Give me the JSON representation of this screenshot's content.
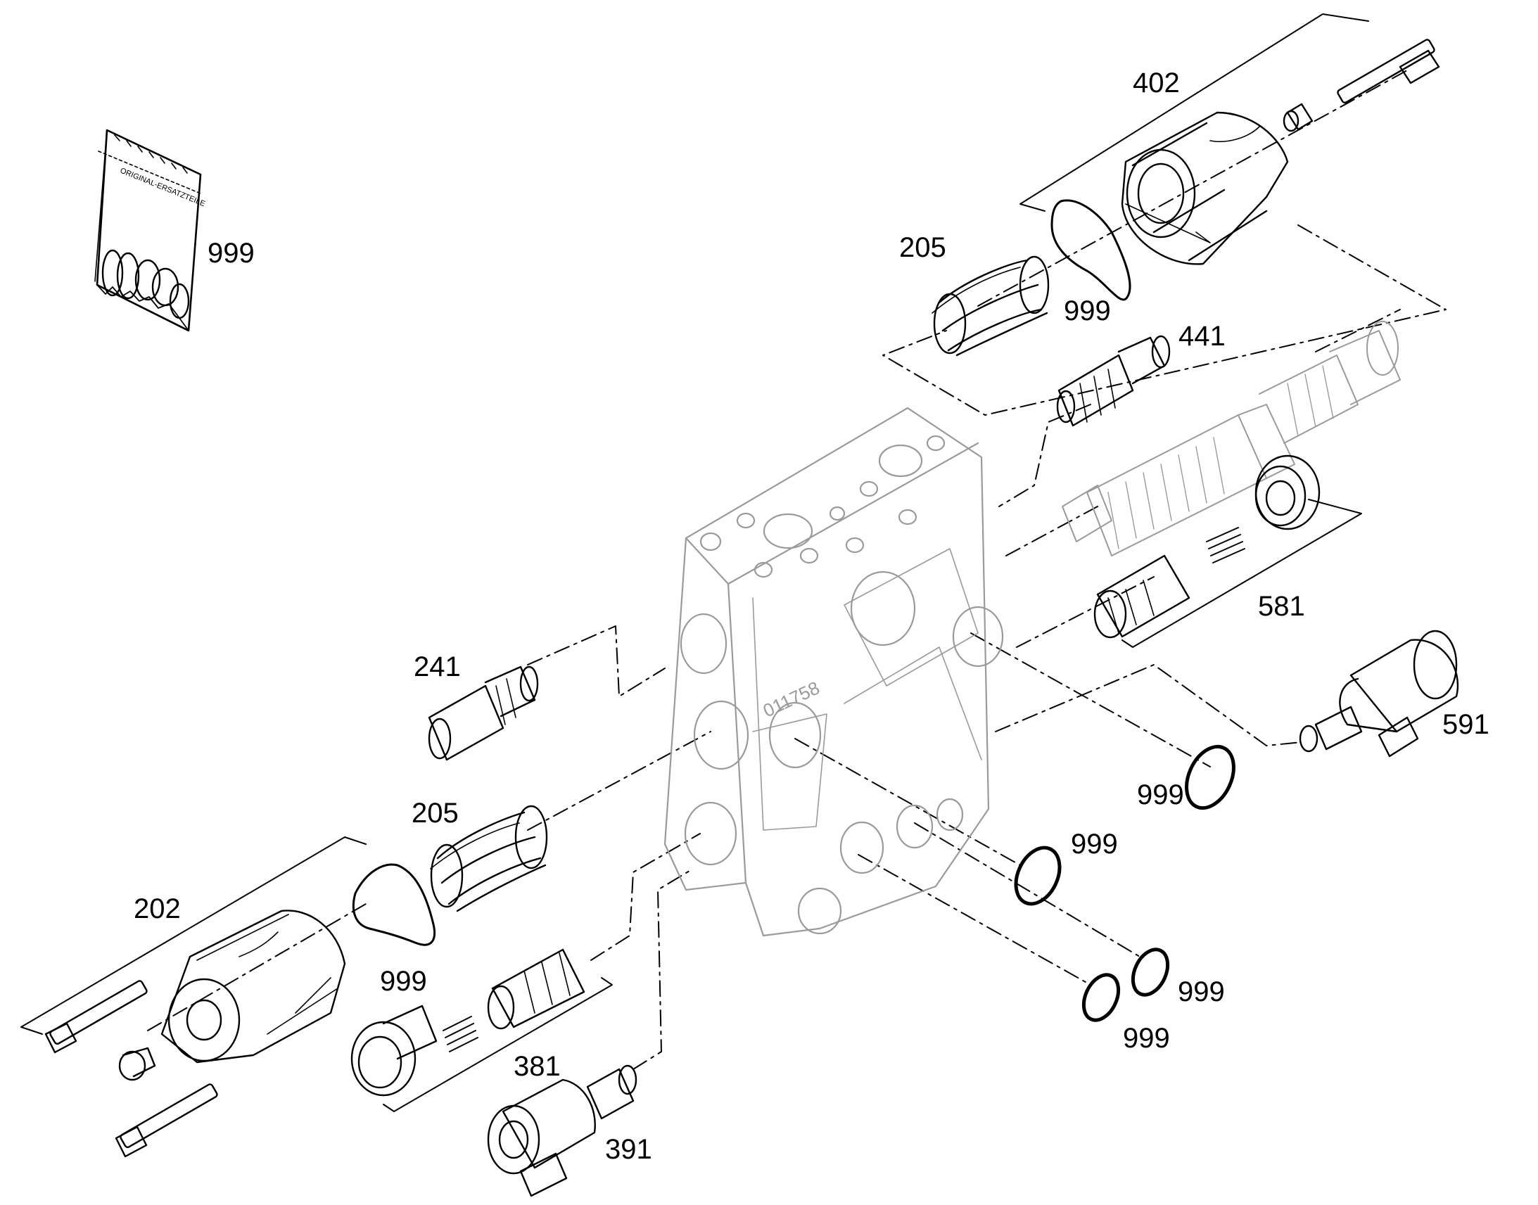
{
  "colors": {
    "line": "#000000",
    "housing": "#9a9a9a",
    "background": "#ffffff"
  },
  "bag": {
    "print": "ORIGINAL-ERSATZTEILE"
  },
  "housing": {
    "stamp": "011758"
  },
  "callouts": {
    "bag_999": "999",
    "cover_top_402": "402",
    "spring_top_205": "205",
    "gasket_top_999": "999",
    "valve_441": "441",
    "check_581": "581",
    "solenoid_591": "591",
    "oring_999_a": "999",
    "oring_999_b": "999",
    "oring_999_c": "999",
    "oring_999_d": "999",
    "valve_241": "241",
    "spring_left_205": "205",
    "cover_left_202": "202",
    "gasket_left_999": "999",
    "check_381": "381",
    "solenoid_391": "391"
  }
}
